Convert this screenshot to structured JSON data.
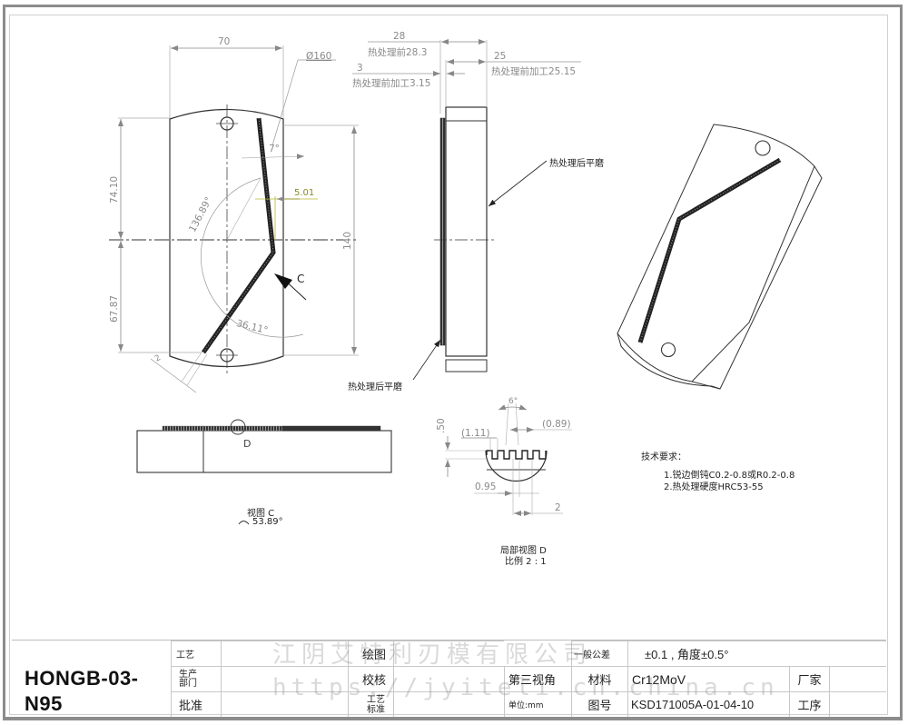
{
  "drawing": {
    "front_view": {
      "width_dim": "70",
      "arc_dim": "Ø160",
      "upper_height_dim": "74.10",
      "lower_height_dim": "67.87",
      "total_height_dim": "140",
      "angle_top": "7°",
      "angle_large": "136.89°",
      "angle_lower": "36.11°",
      "offset_dim": "5.01",
      "small_dim": "2",
      "view_arrow_label": "C"
    },
    "side_view": {
      "thickness_dim": "28",
      "thickness_note": "热处理前28.3",
      "plate_dim": "25",
      "plate_note": "热处理前加工25.15",
      "edge_dim": "3",
      "edge_note": "热处理前加工3.15",
      "grind_note_right": "热处理后平磨",
      "grind_note_left": "热处理后平磨"
    },
    "view_c": {
      "detail_marker": "D",
      "caption": "视图 C",
      "rotation": "53.89°"
    },
    "detail_d": {
      "angle": "6°",
      "pitch_a": "(1.11)",
      "pitch_b": "(0.89)",
      "depth": ".50",
      "tooth_width": "0.95",
      "span": "2",
      "caption": "局部视图 D",
      "scale": "比例 2 : 1"
    },
    "tech_requirements": {
      "title": "技术要求：",
      "items": [
        "1.锐边倒钝C0.2-0.8或R0.2-0.8",
        "2.热处理硬度HRC53-55"
      ]
    }
  },
  "title_block": {
    "part_number_line1": "HONGB-03-",
    "part_number_line2": "N95",
    "process": "工艺",
    "production_dept": "生产部门",
    "approve": "批准",
    "drawn": "绘图",
    "check": "校核",
    "process_standard": "工艺标准",
    "projection": "第三视角",
    "unit": "单位:mm",
    "general_tolerance_label": "一般公差",
    "general_tolerance_value": "±0.1 , 角度±0.5°",
    "material_label": "材料",
    "material_value": "Cr12MoV",
    "drawing_no_label": "图号",
    "drawing_no_value": "KSD171005A-01-04-10",
    "manufacturer_label": "厂家",
    "operation_label": "工序"
  },
  "watermark": {
    "company": "江阴艾特利刃模有限公司",
    "url": "https://jyiteli.cn.china.cn"
  }
}
